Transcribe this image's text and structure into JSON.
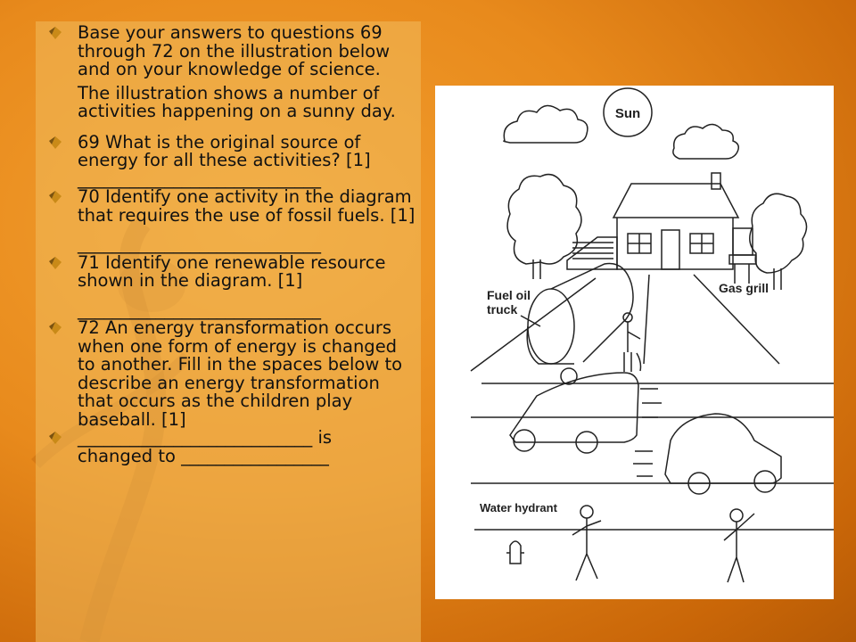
{
  "intro": {
    "text_1": "Base your answers to questions 69 through 72 on the illustration below and on your knowledge of science.",
    "text_2": "The illustration shows a number of activities happening on a sunny day."
  },
  "questions": [
    {
      "text": "69 What is the original source of energy for all these activities? [1]",
      "blank": "____________________________"
    },
    {
      "text": "70 Identify one activity in the diagram that requires the use of fossil fuels. [1]",
      "blank": "____________________________"
    },
    {
      "text": "71 Identify one renewable resource shown in the diagram. [1]",
      "blank": "____________________________"
    },
    {
      "text": "72 An energy transformation occurs when one form of energy is changed to another. Fill in the spaces below to describe an energy transformation that occurs as the children play baseball. [1]"
    }
  ],
  "answer_line": {
    "line_1": "___________________________ is",
    "line_2": "changed to _________________"
  },
  "illustration": {
    "sun_label": "Sun",
    "fuel_oil_label_1": "Fuel oil",
    "fuel_oil_label_2": "truck",
    "gas_grill_label": "Gas grill",
    "water_hydrant_label": "Water hydrant"
  },
  "colors": {
    "bullet_gold": "#c98a18",
    "text": "#111111"
  }
}
